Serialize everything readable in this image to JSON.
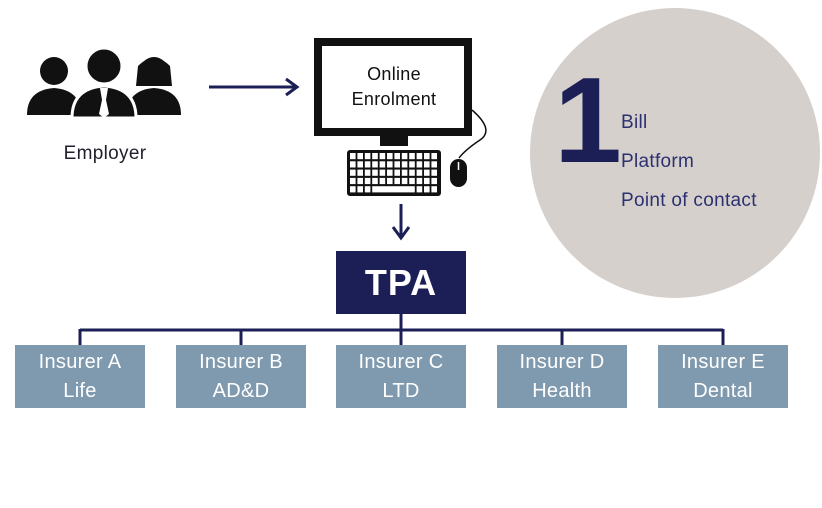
{
  "employer": {
    "label": "Employer",
    "icon": "employees-group-icon"
  },
  "computer": {
    "line1": "Online",
    "line2": "Enrolment",
    "icon": "desktop-computer-icon"
  },
  "tpa": {
    "label": "TPA"
  },
  "insurers": [
    {
      "name": "Insurer A",
      "coverage": "Life"
    },
    {
      "name": "Insurer B",
      "coverage": "AD&D"
    },
    {
      "name": "Insurer C",
      "coverage": "LTD"
    },
    {
      "name": "Insurer D",
      "coverage": "Health"
    },
    {
      "name": "Insurer E",
      "coverage": "Dental"
    }
  ],
  "summary": {
    "number": "1",
    "items": [
      "Bill",
      "Platform",
      "Point of contact"
    ]
  },
  "colors": {
    "navy": "#1c1f55",
    "insurer_box": "#7f9aaf",
    "circle": "#d6d0cd",
    "summary_text": "#2b3070"
  }
}
